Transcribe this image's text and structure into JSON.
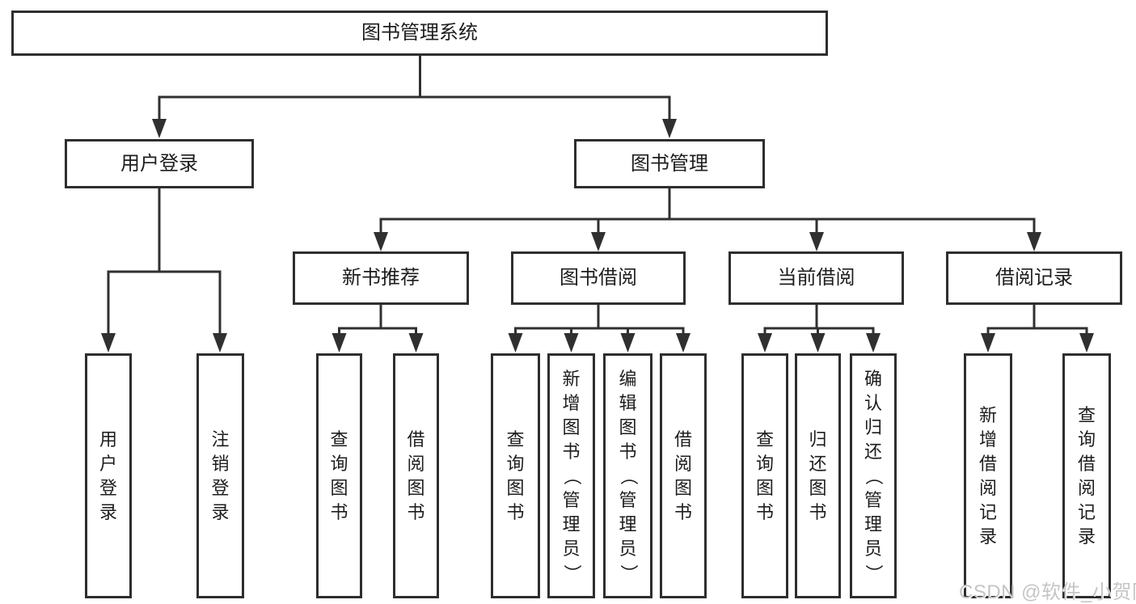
{
  "colors": {
    "line": "#303030",
    "box_border": "#2e2e2e",
    "text": "#1d1d1d",
    "watermark": "#c5c5c5",
    "background": "#ffffff"
  },
  "watermark": {
    "text": "CSDN @软件_小贺同学"
  },
  "tree": {
    "root": {
      "label": "图书管理系统",
      "children": [
        {
          "label": "用户登录",
          "children": [
            {
              "label": "用户登录"
            },
            {
              "label": "注销登录"
            }
          ]
        },
        {
          "label": "图书管理",
          "children": [
            {
              "label": "新书推荐",
              "children": [
                {
                  "label": "查询图书"
                },
                {
                  "label": "借阅图书"
                }
              ]
            },
            {
              "label": "图书借阅",
              "children": [
                {
                  "label": "查询图书"
                },
                {
                  "label": "新增图书（管理员）"
                },
                {
                  "label": "编辑图书（管理员）"
                },
                {
                  "label": "借阅图书"
                }
              ]
            },
            {
              "label": "当前借阅",
              "children": [
                {
                  "label": "查询图书"
                },
                {
                  "label": "归还图书"
                },
                {
                  "label": "确认归还（管理员）"
                }
              ]
            },
            {
              "label": "借阅记录",
              "children": [
                {
                  "label": "新增借阅记录"
                },
                {
                  "label": "查询借阅记录"
                }
              ]
            }
          ]
        }
      ]
    }
  }
}
